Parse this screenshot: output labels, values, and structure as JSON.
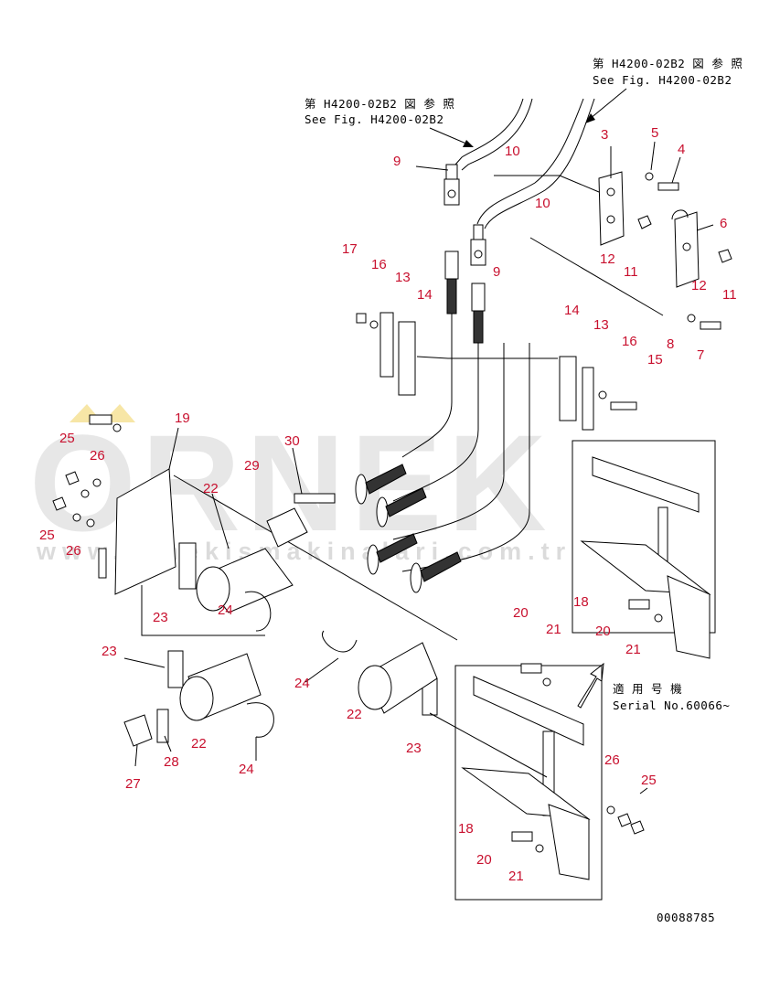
{
  "references": {
    "top_right_jp": "第 H4200-02B2 図 参 照",
    "top_right_en": "See Fig. H4200-02B2",
    "top_left_jp": "第 H4200-02B2 図 参 照",
    "top_left_en": "See Fig. H4200-02B2",
    "serial_jp": "適 用 号 機",
    "serial_en": "Serial No.60066~",
    "drawing_number": "00088785"
  },
  "watermark": {
    "big": "ORNEK",
    "small": "www.ornekismakinalari.com.tr"
  },
  "callouts": [
    "3",
    "4",
    "5",
    "6",
    "7",
    "8",
    "9",
    "9",
    "10",
    "10",
    "11",
    "11",
    "12",
    "12",
    "13",
    "13",
    "14",
    "14",
    "15",
    "16",
    "16",
    "17",
    "18",
    "18",
    "19",
    "20",
    "20",
    "20",
    "21",
    "21",
    "21",
    "22",
    "22",
    "22",
    "23",
    "23",
    "23",
    "24",
    "24",
    "24",
    "25",
    "25",
    "25",
    "26",
    "26",
    "26",
    "27",
    "28",
    "29",
    "30"
  ],
  "colors": {
    "callout": "#c8102e",
    "line": "#000000",
    "watermark": "#c9c9c9",
    "accent": "#e8b800"
  }
}
